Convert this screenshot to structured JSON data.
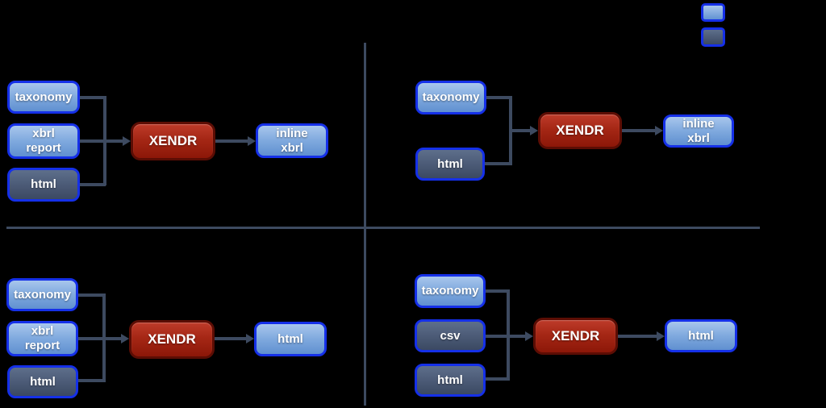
{
  "colors": {
    "background": "#000000",
    "node_border_blue": "#1530e8",
    "light_node_top": "#a8c6ec",
    "light_node_bottom": "#6090d0",
    "dark_node_top": "#5e6f8b",
    "dark_node_bottom": "#3b4962",
    "process_red_top": "#be3b2a",
    "process_red_bottom": "#8c1708",
    "process_border": "#5c0d04",
    "connector": "#3d4a60"
  },
  "legend": {
    "swatches": [
      {
        "variant": "light-blue"
      },
      {
        "variant": "dark-slate"
      }
    ]
  },
  "quadrants": [
    {
      "position": "top-left",
      "inputs": [
        {
          "label": "taxonomy",
          "variant": "light"
        },
        {
          "label": "xbrl report",
          "variant": "light"
        },
        {
          "label": "html",
          "variant": "dark"
        }
      ],
      "process": {
        "label": "XENDR"
      },
      "output": {
        "label": "inline xbrl",
        "variant": "light"
      }
    },
    {
      "position": "top-right",
      "inputs": [
        {
          "label": "taxonomy",
          "variant": "light"
        },
        {
          "label": "html",
          "variant": "dark"
        }
      ],
      "process": {
        "label": "XENDR"
      },
      "output": {
        "label": "inline xbrl",
        "variant": "light"
      }
    },
    {
      "position": "bottom-left",
      "inputs": [
        {
          "label": "taxonomy",
          "variant": "light"
        },
        {
          "label": "xbrl report",
          "variant": "light"
        },
        {
          "label": "html",
          "variant": "dark"
        }
      ],
      "process": {
        "label": "XENDR"
      },
      "output": {
        "label": "html",
        "variant": "light"
      }
    },
    {
      "position": "bottom-right",
      "inputs": [
        {
          "label": "taxonomy",
          "variant": "light"
        },
        {
          "label": "csv",
          "variant": "dark"
        },
        {
          "label": "html",
          "variant": "dark"
        }
      ],
      "process": {
        "label": "XENDR"
      },
      "output": {
        "label": "html",
        "variant": "light"
      }
    }
  ]
}
